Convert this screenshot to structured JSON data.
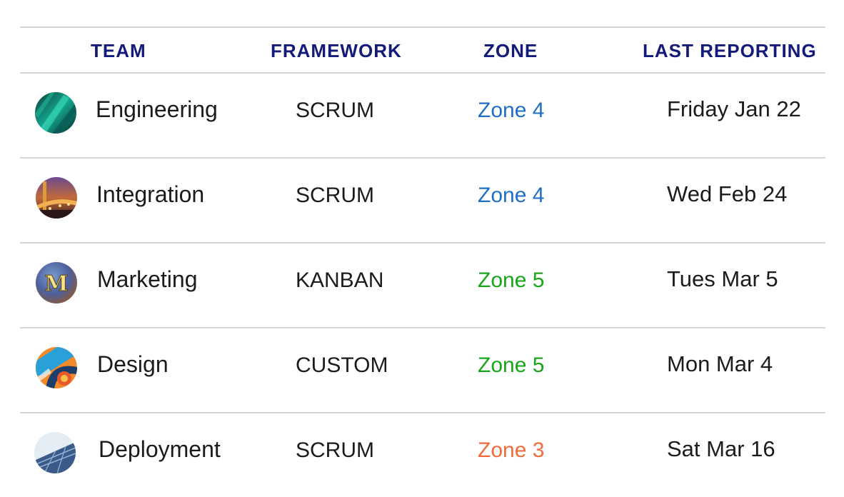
{
  "header": {
    "team": "TEAM",
    "framework": "FRAMEWORK",
    "zone": "ZONE",
    "last_reporting": "LAST REPORTING"
  },
  "colors": {
    "header_text": "#131a7a",
    "zone_4": "#1f6fc4",
    "zone_5": "#17a61a",
    "zone_3": "#f26b3a",
    "divider": "#d6d6d6"
  },
  "rows": [
    {
      "team": "Engineering",
      "framework": "SCRUM",
      "zone": "Zone 4",
      "zone_color": "#1f6fc4",
      "last_reporting": "Friday Jan 22",
      "avatar_icon": "abstract-teal-avatar-icon"
    },
    {
      "team": "Integration",
      "framework": "SCRUM",
      "zone": "Zone 4",
      "zone_color": "#1f6fc4",
      "last_reporting": "Wed Feb 24",
      "avatar_icon": "bridge-avatar-icon"
    },
    {
      "team": "Marketing",
      "framework": "KANBAN",
      "zone": "Zone 5",
      "zone_color": "#17a61a",
      "last_reporting": "Tues Mar 5",
      "avatar_icon": "letter-m-avatar-icon",
      "avatar_letter": "M"
    },
    {
      "team": "Design",
      "framework": "CUSTOM",
      "zone": "Zone 5",
      "zone_color": "#17a61a",
      "last_reporting": "Mon Mar 4",
      "avatar_icon": "colorful-abstract-avatar-icon"
    },
    {
      "team": "Deployment",
      "framework": "SCRUM",
      "zone": "Zone 3",
      "zone_color": "#f26b3a",
      "last_reporting": "Sat Mar 16",
      "avatar_icon": "solar-panel-avatar-icon"
    }
  ]
}
